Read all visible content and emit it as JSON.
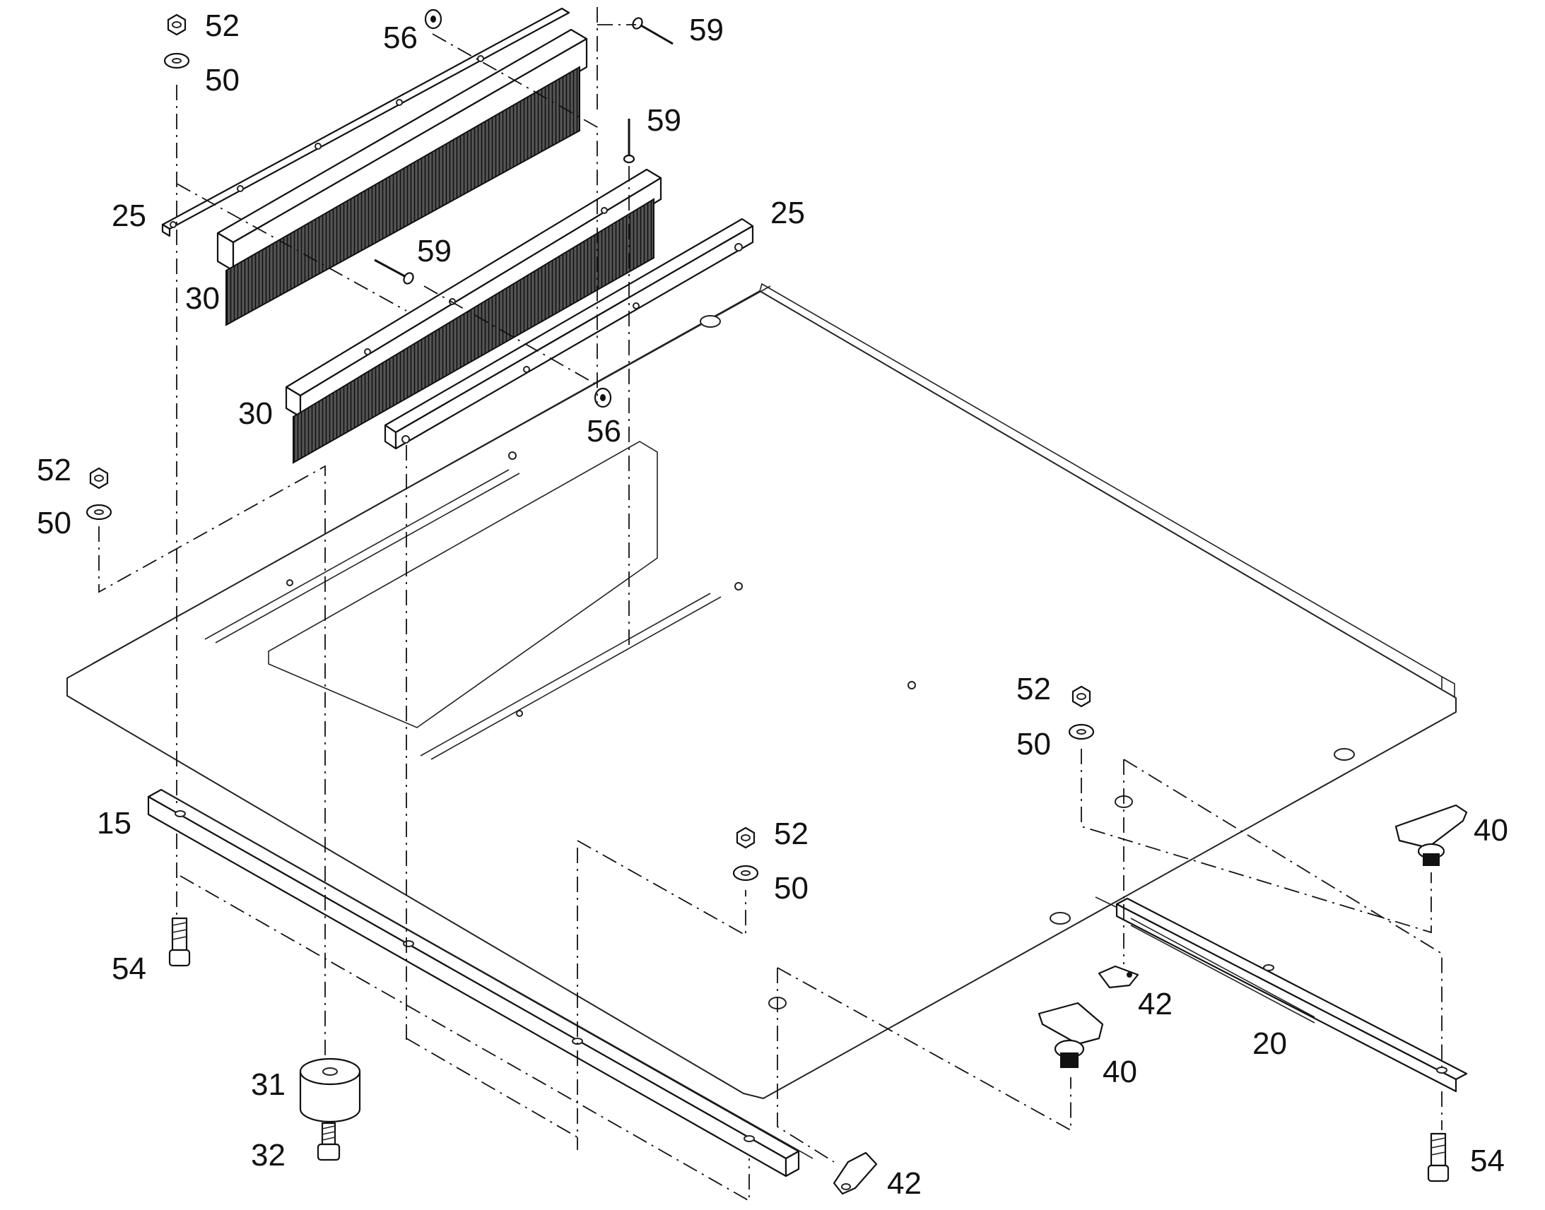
{
  "callouts": {
    "c52a": "52",
    "c50a": "50",
    "c56a": "56",
    "c59a": "59",
    "c59b": "59",
    "c25a": "25",
    "c25b": "25",
    "c30a": "30",
    "c59c": "59",
    "c30b": "30",
    "c56b": "56",
    "c52b": "52",
    "c50b": "50",
    "c52c": "52",
    "c50c": "50",
    "c15": "15",
    "c40a": "40",
    "c52d": "52",
    "c50d": "50",
    "c54a": "54",
    "c42a": "42",
    "c20": "20",
    "c31": "31",
    "c40b": "40",
    "c32": "32",
    "c42b": "42",
    "c54b": "54"
  }
}
